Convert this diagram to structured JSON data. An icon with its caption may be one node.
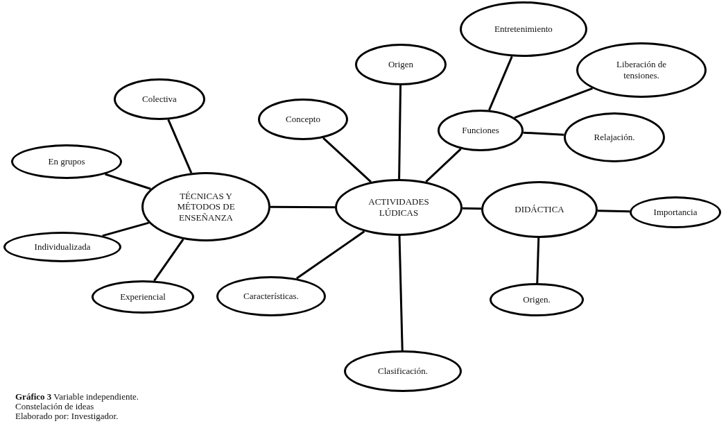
{
  "diagram": {
    "caption": "**Gráfico 3** Variable independiente.",
    "nodes": [
      {
        "text": [
          "Entretenimiento"
        ]
      },
      {
        "text": [
          "Origen"
        ]
      },
      {
        "text": [
          "Liberación de tensiones."
        ]
      },
      {
        "text": [
          "Colectiva"
        ]
      },
      {
        "text": [
          "Concepto"
        ]
      },
      {
        "text": [
          "Funciones"
        ]
      },
      {
        "text": [
          "Relajación."
        ]
      },
      {
        "text": [
          "En grupos"
        ]
      },
      {
        "text": [
          "TÉCNICAS Y MÉTODOS DE ENSEÑANZA"
        ]
      },
      {
        "text": [
          "ACTIVIDADES LÚDICAS"
        ]
      },
      {
        "text": [
          "DIDÁCTICA"
        ]
      },
      {
        "text": [
          "Importancia"
        ]
      },
      {
        "text": [
          "Individualizada"
        ]
      },
      {
        "text": [
          "Experiencial"
        ]
      },
      {
        "text": [
          "Características."
        ]
      },
      {
        "text": [
          "Origen."
        ]
      },
      {
        "text": [
          "Clasificación."
        ]
      }
    ],
    "edges": [
      {
        "from": 9,
        "to": 8,
        "arrow": "none"
      },
      {
        "from": 9,
        "to": 4,
        "arrow": "none"
      },
      {
        "from": 9,
        "to": 1,
        "arrow": "none"
      },
      {
        "from": 9,
        "to": 5,
        "arrow": "none"
      },
      {
        "from": 9,
        "to": 10,
        "arrow": "none"
      },
      {
        "from": 9,
        "to": 14,
        "arrow": "none"
      },
      {
        "from": 9,
        "to": 16,
        "arrow": "none"
      },
      {
        "from": 8,
        "to": 3,
        "arrow": "none"
      },
      {
        "from": 8,
        "to": 7,
        "arrow": "none"
      },
      {
        "from": 8,
        "to": 12,
        "arrow": "none"
      },
      {
        "from": 8,
        "to": 13,
        "arrow": "none"
      },
      {
        "from": 5,
        "to": 0,
        "arrow": "none"
      },
      {
        "from": 5,
        "to": 2,
        "arrow": "none"
      },
      {
        "from": 5,
        "to": 6,
        "arrow": "none"
      },
      {
        "from": 10,
        "to": 11,
        "arrow": "none"
      },
      {
        "from": 10,
        "to": 15,
        "arrow": "none"
      }
    ],
    "labels": [
      "Constelación de ideas",
      "Elaborado por: Investigador."
    ]
  }
}
